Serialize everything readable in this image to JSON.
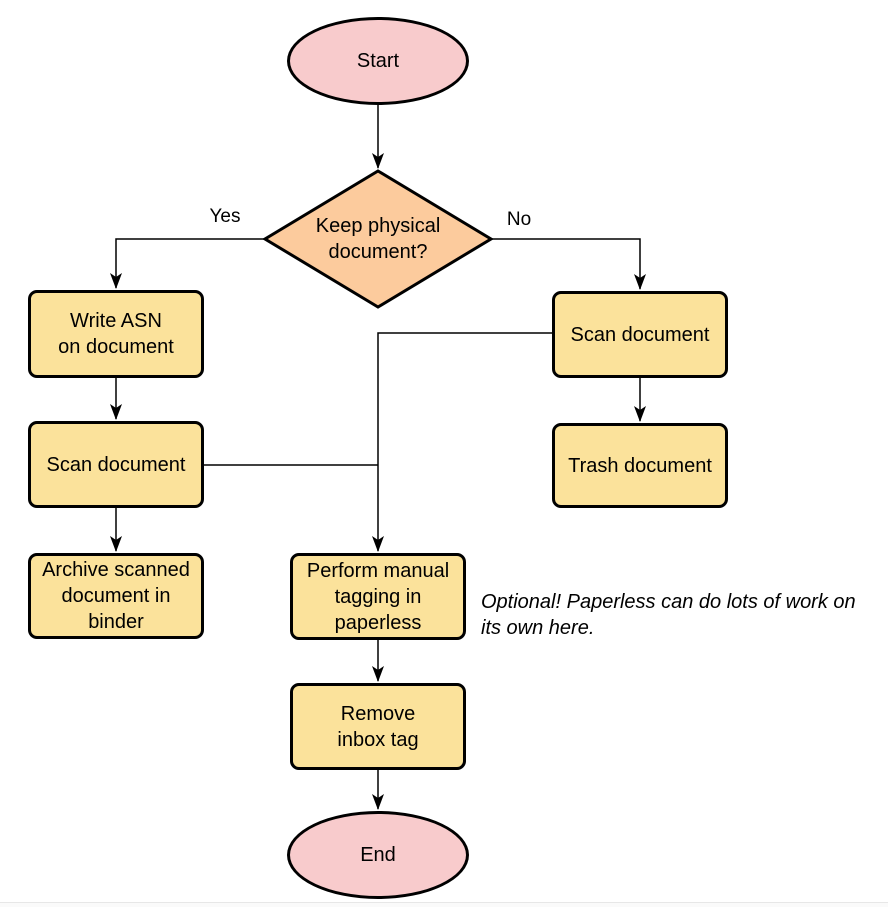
{
  "diagram": {
    "nodes": {
      "start": {
        "type": "terminal",
        "label": "Start"
      },
      "decision": {
        "type": "decision",
        "label": "Keep physical\ndocument?"
      },
      "write_asn": {
        "type": "process",
        "label": "Write ASN\non document"
      },
      "scan_left": {
        "type": "process",
        "label": "Scan document"
      },
      "archive": {
        "type": "process",
        "label": "Archive scanned\ndocument in\nbinder"
      },
      "scan_right": {
        "type": "process",
        "label": "Scan document"
      },
      "trash": {
        "type": "process",
        "label": "Trash document"
      },
      "tagging": {
        "type": "process",
        "label": "Perform manual\ntagging in\npaperless"
      },
      "remove_inbox": {
        "type": "process",
        "label": "Remove\ninbox tag"
      },
      "end": {
        "type": "terminal",
        "label": "End"
      }
    },
    "edge_labels": {
      "yes": "Yes",
      "no": "No"
    },
    "edges": [
      {
        "from": "start",
        "to": "decision",
        "label": ""
      },
      {
        "from": "decision",
        "to": "write_asn",
        "label": "Yes"
      },
      {
        "from": "decision",
        "to": "scan_right",
        "label": "No"
      },
      {
        "from": "write_asn",
        "to": "scan_left",
        "label": ""
      },
      {
        "from": "scan_left",
        "to": "archive",
        "label": ""
      },
      {
        "from": "scan_left",
        "to": "tagging",
        "label": ""
      },
      {
        "from": "scan_right",
        "to": "trash",
        "label": ""
      },
      {
        "from": "scan_right",
        "to": "tagging",
        "label": ""
      },
      {
        "from": "tagging",
        "to": "remove_inbox",
        "label": ""
      },
      {
        "from": "remove_inbox",
        "to": "end",
        "label": ""
      }
    ],
    "annotation": "Optional! Paperless can do lots of work on\nits own here.",
    "colors": {
      "terminal_fill": "#f8cbcc",
      "decision_fill": "#fccb9d",
      "process_fill": "#fbe29b",
      "stroke": "#000000"
    }
  }
}
